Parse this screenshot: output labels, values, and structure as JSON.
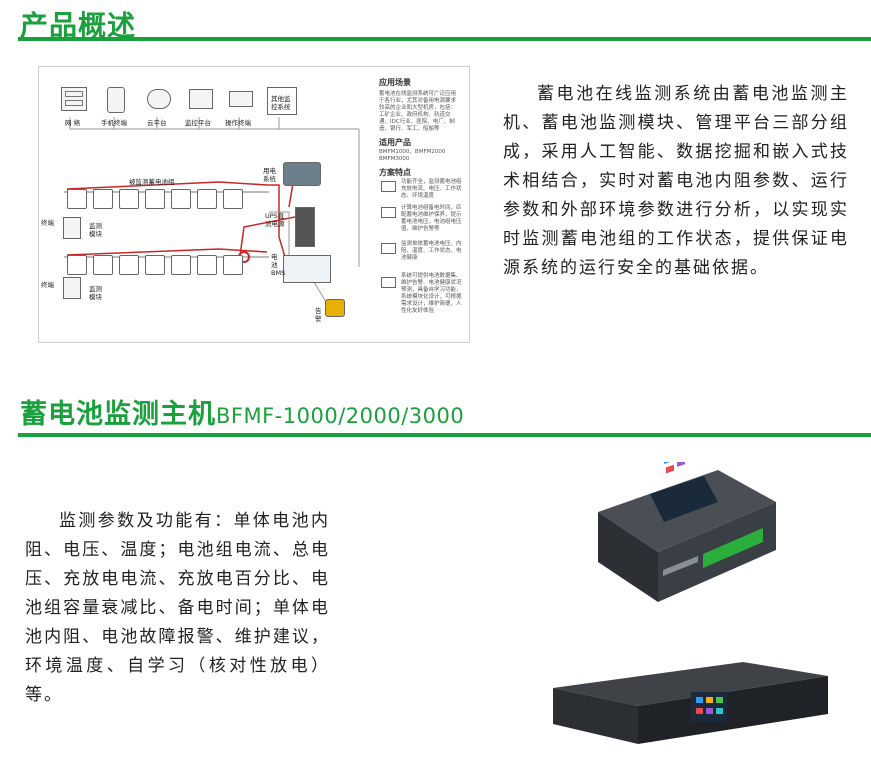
{
  "section1": {
    "title": "产品概述",
    "intro": "蓄电池在线监测系统由蓄电池监测主机、蓄电池监测模块、管理平台三部分组成，采用人工智能、数据挖掘和嵌入式技术相结合，实时对蓄电池内阻参数、运行参数和外部环境参数进行分析，以实现实时监测蓄电池组的工作状态，提供保证电源系统的运行安全的基础依据。"
  },
  "diagram": {
    "top_devices": [
      "网 络",
      "手机终端",
      "云平台",
      "监控平台",
      "操作终端",
      "其他监控系统"
    ],
    "battery_string_label": "被监测蓄电池组",
    "terminal_label": "终端",
    "module_label": "监测模块",
    "power_system": "用电系统",
    "ups": "UPS直流电源",
    "host": "电池BMS",
    "alarm": "告警",
    "side": {
      "app_heading": "应用场景",
      "app_text": "蓄电池在线监测系统可广泛应用于各行业，尤其对备用电源要求较高的企业和大型机房，包括：工矿企业、政府机构、轨道交通、IDC行业、医院、电厂、制造、银行、军工、船舶等",
      "products_heading": "适用产品",
      "products_text": "BMFM1000、BMFM2000 BMFM3000",
      "solution_heading": "方案特点",
      "features": [
        "功能齐全，监测蓄电池组充放电流、电压、工作状态、环境温度",
        "计算电池组备电时间，匹配蓄电池维护保养，提示蓄电池电压，电池组电压值、维护告警等",
        "监测单体蓄电池电压、内阻、温度、工作状态、电池健康",
        "系统可提供电池数据集、维护告警、电池健康状况预测，具备自学习功能，系统模块化设计，可根据需求设计，维护简便，人性化友好体验"
      ]
    }
  },
  "section2": {
    "title": "蓄电池监测主机",
    "model": "BFMF-1000/2000/3000",
    "features": "监测参数及功能有：单体电池内阻、电压、温度；电池组电流、总电压、充放电电流、充放电百分比、电池组容量衰减比、备电时间；单体电池内阻、电池故障报警、维护建议，环境温度、自学习（核对性放电）等。"
  },
  "colors": {
    "brand_green": "#1aa03c",
    "cable_red": "#c62828"
  }
}
